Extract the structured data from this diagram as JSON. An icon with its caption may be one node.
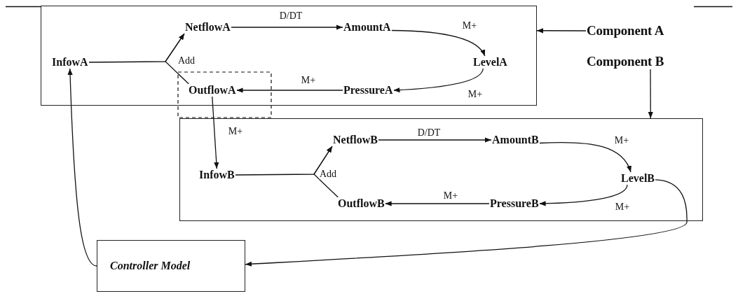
{
  "diagram": {
    "nodes": [
      {
        "text": [],
        "shape": "box"
      },
      {
        "text": [
          "NetflowA"
        ],
        "in": 0
      },
      {
        "text": [
          "AmountA"
        ],
        "in": 0
      },
      {
        "text": [
          "InfowA"
        ],
        "in": 0
      },
      {
        "text": [
          "LevelA"
        ],
        "in": 0
      },
      {
        "text": [
          "OutflowA"
        ],
        "in": 0
      },
      {
        "text": [
          "PressureA"
        ],
        "in": 0
      },
      {
        "text": [
          "Component A"
        ]
      },
      {
        "text": [
          "Component B"
        ]
      },
      {
        "text": [],
        "shape": "box"
      },
      {
        "text": [
          "NetflowB"
        ],
        "in": 9
      },
      {
        "text": [
          "AmountB"
        ],
        "in": 9
      },
      {
        "text": [
          "InfowB"
        ],
        "in": 9
      },
      {
        "text": [
          "LevelB"
        ],
        "in": 9
      },
      {
        "text": [
          "OutflowB"
        ],
        "in": 9
      },
      {
        "text": [
          "PressureB"
        ],
        "in": 9
      },
      {
        "text": [
          "Controller Model"
        ]
      }
    ],
    "edges": [
      {
        "from": 1,
        "to": 2,
        "arrow": "to",
        "label": "D/DT"
      },
      {
        "from": 2,
        "to": 4,
        "arrow": "to",
        "label": "M+"
      },
      {
        "from": 4,
        "to": 6,
        "arrow": "to",
        "label": "M+"
      },
      {
        "from": 6,
        "to": 5,
        "arrow": "to",
        "label": "M+"
      },
      {
        "from": 3,
        "to": 1,
        "arrow": "to",
        "label": "Add"
      },
      {
        "from": 5,
        "to": 1,
        "arrow": "to"
      },
      {
        "from": 7,
        "to": 0,
        "arrow": "to"
      },
      {
        "from": 8,
        "to": 9,
        "arrow": "to"
      },
      {
        "from": 5,
        "to": 12,
        "arrow": "to",
        "label": "M+"
      },
      {
        "from": 16,
        "to": 3,
        "arrow": "to"
      },
      {
        "from": 10,
        "to": 11,
        "arrow": "to",
        "label": "D/DT"
      },
      {
        "from": 11,
        "to": 13,
        "arrow": "to",
        "label": "M+"
      },
      {
        "from": 13,
        "to": 15,
        "arrow": "to",
        "label": "M+"
      },
      {
        "from": 15,
        "to": 14,
        "arrow": "to",
        "label": "M+"
      },
      {
        "from": 12,
        "to": 10,
        "arrow": "to",
        "label": "Add"
      },
      {
        "from": 14,
        "to": 10,
        "arrow": "to"
      },
      {
        "from": 13,
        "to": 16,
        "arrow": "to"
      }
    ]
  }
}
